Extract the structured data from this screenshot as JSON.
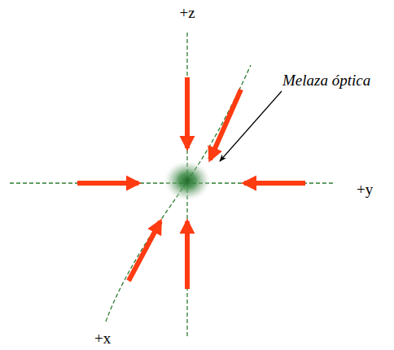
{
  "diagram": {
    "labels": [
      "+z",
      "+y",
      "+x",
      "Melaza óptica"
    ]
  }
}
